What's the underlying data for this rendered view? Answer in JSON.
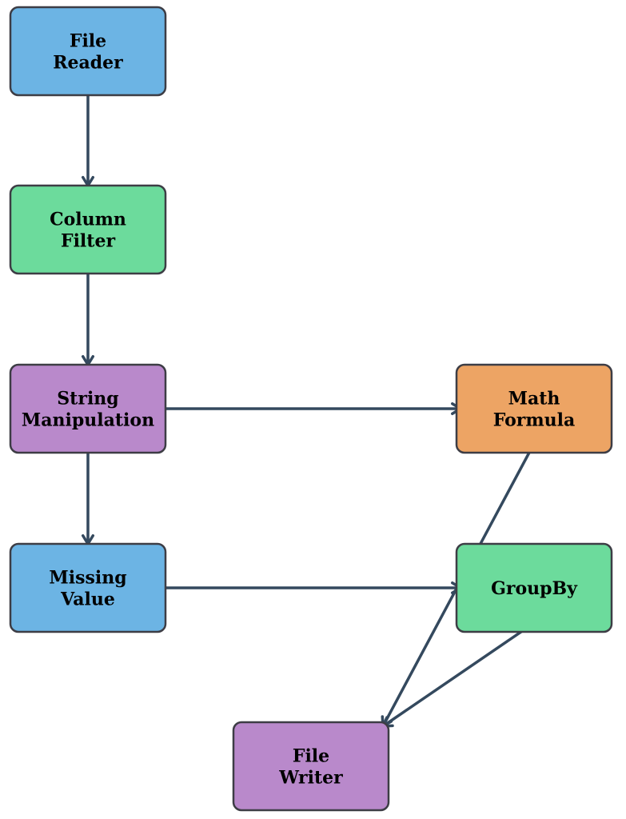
{
  "diagram": {
    "type": "workflow",
    "colors": {
      "blue": "#6cb4e4",
      "green": "#6cdb9c",
      "purple": "#b989cb",
      "orange": "#eda464",
      "edge": "#34495e",
      "border": "#3d3d45"
    },
    "nodes": [
      {
        "id": "file-reader",
        "lines": [
          "File",
          "Reader"
        ],
        "color": "#6cb4e4"
      },
      {
        "id": "column-filter",
        "lines": [
          "Column",
          "Filter"
        ],
        "color": "#6cdb9c"
      },
      {
        "id": "string-manipulation",
        "lines": [
          "String",
          "Manipulation"
        ],
        "color": "#b989cb"
      },
      {
        "id": "missing-value",
        "lines": [
          "Missing",
          "Value"
        ],
        "color": "#6cb4e4"
      },
      {
        "id": "math-formula",
        "lines": [
          "Math",
          "Formula"
        ],
        "color": "#eda464"
      },
      {
        "id": "groupby",
        "lines": [
          "GroupBy"
        ],
        "color": "#6cdb9c"
      },
      {
        "id": "file-writer",
        "lines": [
          "File",
          "Writer"
        ],
        "color": "#b989cb"
      }
    ],
    "edges": [
      {
        "from": "file-reader",
        "to": "column-filter"
      },
      {
        "from": "column-filter",
        "to": "string-manipulation"
      },
      {
        "from": "string-manipulation",
        "to": "math-formula"
      },
      {
        "from": "string-manipulation",
        "to": "missing-value"
      },
      {
        "from": "missing-value",
        "to": "groupby"
      },
      {
        "from": "math-formula",
        "to": "file-writer"
      },
      {
        "from": "groupby",
        "to": "file-writer"
      }
    ]
  }
}
